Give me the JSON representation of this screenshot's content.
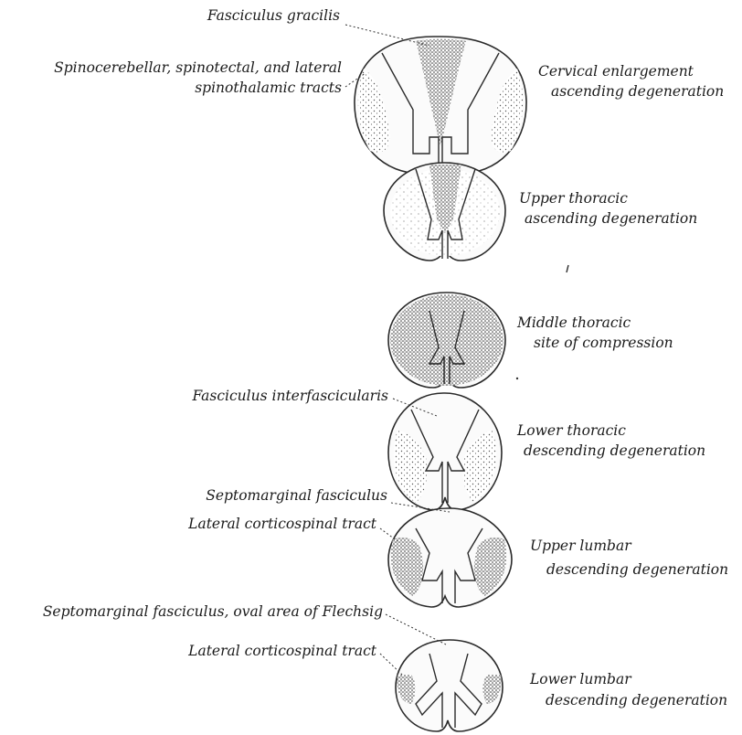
{
  "labels": {
    "fasciculus_gracilis": "Fasciculus gracilis",
    "spinocerebellar_line1": "Spinocerebellar, spinotectal, and lateral",
    "spinocerebellar_line2": "spinothalamic tracts",
    "cervical_line1": "Cervical enlargement",
    "cervical_line2": "ascending degeneration",
    "upper_thoracic_line1": "Upper thoracic",
    "upper_thoracic_line2": "ascending degeneration",
    "middle_thoracic_line1": "Middle thoracic",
    "middle_thoracic_line2": "site of compression",
    "fasciculus_interfascicularis": "Fasciculus interfascicularis",
    "lower_thoracic_line1": "Lower thoracic",
    "lower_thoracic_line2": "descending degeneration",
    "septomarginal_fasciculus": "Septomarginal fasciculus",
    "lateral_corticospinal_1": "Lateral corticospinal tract",
    "upper_lumbar_line1": "Upper lumbar",
    "upper_lumbar_line2": "descending degeneration",
    "septomarginal_oval": "Septomarginal fasciculus, oval area of Flechsig",
    "lateral_corticospinal_2": "Lateral corticospinal tract",
    "lower_lumbar_line1": "Lower lumbar",
    "lower_lumbar_line2": "descending degeneration"
  }
}
